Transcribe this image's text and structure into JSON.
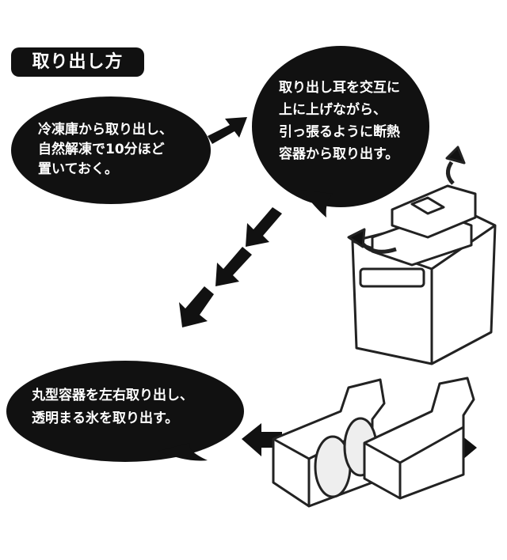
{
  "title": "取り出し方",
  "steps": [
    {
      "lines": [
        "冷凍庫から取り出し、",
        "自然解凍で10分ほど",
        "置いておく。"
      ]
    },
    {
      "lines": [
        "取り出し耳を交互に",
        "上に上げながら、",
        "引っ張るように断熱",
        "容器から取り出す。"
      ]
    },
    {
      "lines": [
        "丸型容器を左右取り出し、",
        "透明まる氷を取り出す。"
      ]
    }
  ],
  "colors": {
    "bubble": "#111111",
    "text": "#ffffff",
    "line": "#222222"
  }
}
